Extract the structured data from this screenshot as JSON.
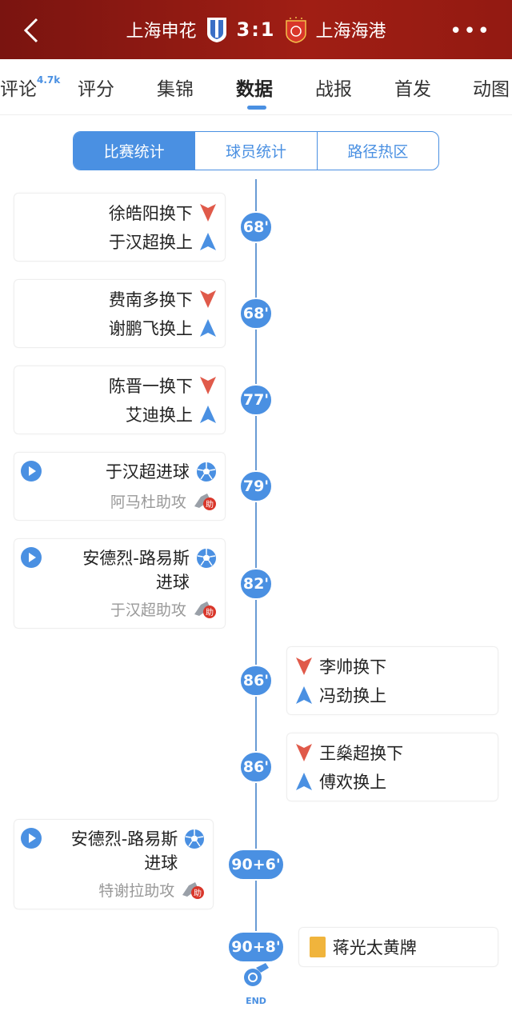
{
  "header": {
    "home": "上海申花",
    "score": "3:1",
    "away": "上海海港",
    "more": "•••"
  },
  "tabs": [
    {
      "label": "评论",
      "badge": "4.7k"
    },
    {
      "label": "评分"
    },
    {
      "label": "集锦"
    },
    {
      "label": "数据"
    },
    {
      "label": "战报"
    },
    {
      "label": "首发"
    },
    {
      "label": "动图"
    }
  ],
  "segments": [
    "比赛统计",
    "球员统计",
    "路径热区"
  ],
  "events": [
    {
      "minute": "68'",
      "side": "left",
      "type": "sub",
      "out": "徐皓阳换下",
      "in": "于汉超换上"
    },
    {
      "minute": "68'",
      "side": "left",
      "type": "sub",
      "out": "费南多换下",
      "in": "谢鹏飞换上"
    },
    {
      "minute": "77'",
      "side": "left",
      "type": "sub",
      "out": "陈晋一换下",
      "in": "艾迪换上"
    },
    {
      "minute": "79'",
      "side": "left",
      "type": "goal",
      "title": "于汉超进球",
      "assist": "阿马杜助攻"
    },
    {
      "minute": "82'",
      "side": "left",
      "type": "goal",
      "title": "安德烈-路易斯\n进球",
      "assist": "于汉超助攻"
    },
    {
      "minute": "86'",
      "side": "right",
      "type": "sub",
      "out": "李帅换下",
      "in": "冯劲换上"
    },
    {
      "minute": "86'",
      "side": "right",
      "type": "sub",
      "out": "王燊超换下",
      "in": "傅欢换上"
    },
    {
      "minute": "90+6'",
      "side": "left",
      "type": "goal",
      "title": "安德烈-路易斯\n进球",
      "assist": "特谢拉助攻"
    },
    {
      "minute": "90+8'",
      "side": "right",
      "type": "yellow",
      "title": "蒋光太黄牌"
    }
  ],
  "assist_badge": "助",
  "end_label": "END",
  "colors": {
    "accent": "#4a90e2",
    "header": "#931a12",
    "sub_out": "#e05a4a",
    "yellow": "#f0b43c"
  }
}
